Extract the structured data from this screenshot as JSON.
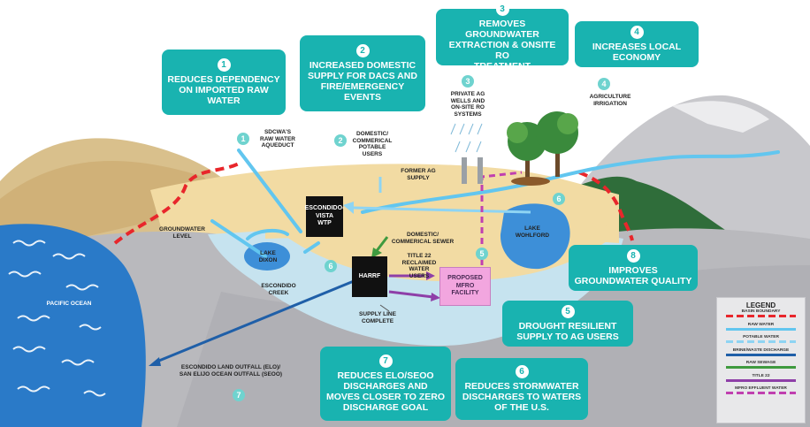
{
  "callouts": [
    {
      "num": "1",
      "text": "Reduces dependency\non imported raw\nwater"
    },
    {
      "num": "2",
      "text": "Increased domestic\nsupply for DACs and\nfire/emergency\nevents"
    },
    {
      "num": "3",
      "text": "Removes groundwater\nextraction & onsite RO\ntreatment"
    },
    {
      "num": "4",
      "text": "Increases local\neconomy"
    },
    {
      "num": "8",
      "text": "Improves\ngroundwater quality"
    },
    {
      "num": "5",
      "text": "Drought resilient\nsupply to ag users"
    },
    {
      "num": "7",
      "text": "Reduces ELO/SEOO\ndischarges and\nmoves closer to zero\ndischarge goal"
    },
    {
      "num": "6",
      "text": "Reduces stormwater\ndischarges to waters\nof the U.S."
    }
  ],
  "labels": {
    "sdcwa": "SDCWA'S\nRAW WATER\nAQUEDUCT",
    "domestic_users": "DOMESTIC/\nCOMMERICAL\nPOTABLE\nUSERS",
    "private_wells": "PRIVATE AG\nWELLS AND\nON-SITE RO\nSYSTEMS",
    "ag_irrigation": "AGRICULTURE\nIRRIGATION",
    "former_ag_supply": "FORMER AG\nSUPPLY",
    "groundwater_level": "GROUNDWATER\nLEVEL",
    "lake_dixon": "LAKE\nDIXON",
    "domestic_sewer": "DOMESTIC/\nCOMMERICAL SEWER",
    "lake_wohlford": "LAKE\nWOHLFORD",
    "escondido_creek": "ESCONDIDO\nCREEK",
    "title22": "TITLE 22\nRECLAIMED\nWATER\nUSERS",
    "supply_line": "SUPPLY LINE\nCOMPLETE",
    "pacific_ocean": "PACIFIC OCEAN",
    "outfall": "ESCONDIDO LAND OUTFALL (ELO)/\nSAN ELIJO OCEAN OUTFALL (SEOO)"
  },
  "marker_numbers": {
    "n1": "1",
    "n2": "2",
    "n3": "3",
    "n4": "4",
    "n5": "5",
    "n6a": "6",
    "n6b": "6",
    "n7": "7"
  },
  "facilities": {
    "wtp": "ESCONDIDO-\nVISTA\nWTP",
    "harrf": "HARRF",
    "mfro": "PROPOSED\nMFRO\nFACILITY"
  },
  "legend": {
    "title": "LEGEND",
    "items": [
      {
        "name": "BASIN BOUNDARY",
        "color": "#e8262b",
        "dash": true
      },
      {
        "name": "RAW WATER",
        "color": "#62c6ef",
        "dash": false
      },
      {
        "name": "POTABLE WATER",
        "color": "#8ed4f3",
        "dash": true
      },
      {
        "name": "BRINE/WASTE DISCHARGE",
        "color": "#1f5fa8",
        "dash": false
      },
      {
        "name": "RAW SEWAGE",
        "color": "#3f9a3f",
        "dash": false
      },
      {
        "name": "TITLE 22",
        "color": "#8e3fa8",
        "dash": false
      },
      {
        "name": "MFRO EFFLUENT WATER",
        "color": "#c03fb0",
        "dash": true
      }
    ]
  },
  "colors": {
    "callout": "#19b3b0",
    "ocean": "#2a7ac8",
    "raw_water": "#62c6ef",
    "basin_boundary": "#e8262b",
    "brine": "#1f5fa8",
    "title22": "#8e3fa8",
    "sewage": "#3f9a3f",
    "mfro_effluent": "#c03fb0"
  }
}
